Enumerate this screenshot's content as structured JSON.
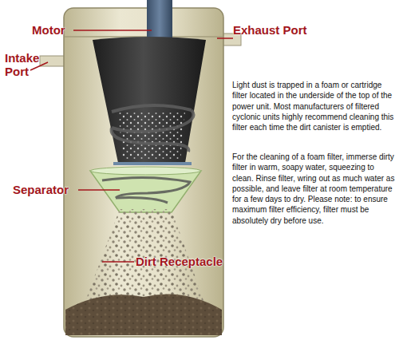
{
  "diagram": {
    "labels": [
      "Motor",
      "Exhaust Port",
      "Intake Port",
      "Light dust is trapped in a foam or cartridge filter located in the underside of the top of the power unit. Most manufacturers of filtered cyclonic units highly recommend cleaning this filter each time the dirt canister is emptied.",
      "For the cleaning of a foam filter, immerse dirty filter in warm, soapy water, squeezing to clean. Rinse filter, wring out as much water as possible, and leave filter at room temperature for a few days to dry. Please note: to ensure maximum filter efficiency, filter must be absolutely dry before use.",
      "Separator",
      "Dirt Receptacle"
    ]
  }
}
